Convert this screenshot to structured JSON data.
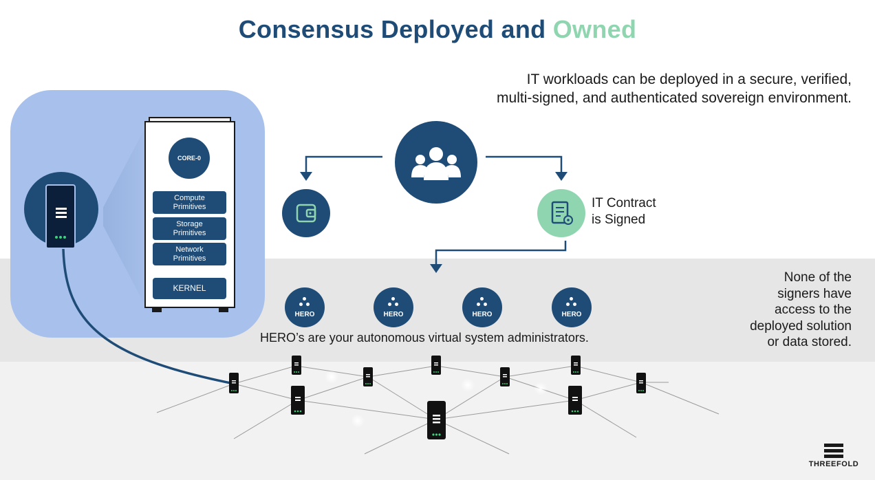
{
  "title": {
    "main": "Consensus Deployed and ",
    "accent": "Owned"
  },
  "intro": {
    "line1": "IT workloads can be deployed in a secure, verified,",
    "line2": "multi-signed, and authenticated sovereign environment."
  },
  "contract": {
    "line1": "IT Contract",
    "line2": "is Signed"
  },
  "server": {
    "core": "CORE-0",
    "primitives": [
      {
        "line1": "Compute",
        "line2": "Primitives"
      },
      {
        "line1": "Storage",
        "line2": "Primitives"
      },
      {
        "line1": "Network",
        "line2": "Primitives"
      }
    ],
    "kernel": "KERNEL"
  },
  "heroes": [
    "HERO",
    "HERO",
    "HERO",
    "HERO"
  ],
  "hero_caption": "HERO’s are your autonomous virtual system administrators.",
  "note": {
    "lines": [
      "None of the",
      "signers have",
      "access to the",
      "deployed solution",
      "or data stored."
    ]
  },
  "logo": {
    "word": "THREEFOLD"
  },
  "colors": {
    "navy": "#1f4c77",
    "mint": "#8fd6b0",
    "panel": "#a8c1ec",
    "device": "#0b1f3a",
    "led": "#39d37a"
  },
  "icons": {
    "group": "users-group-icon",
    "wallet": "wallet-icon",
    "contract": "contract-document-icon",
    "hero": "hero-dots-icon"
  }
}
